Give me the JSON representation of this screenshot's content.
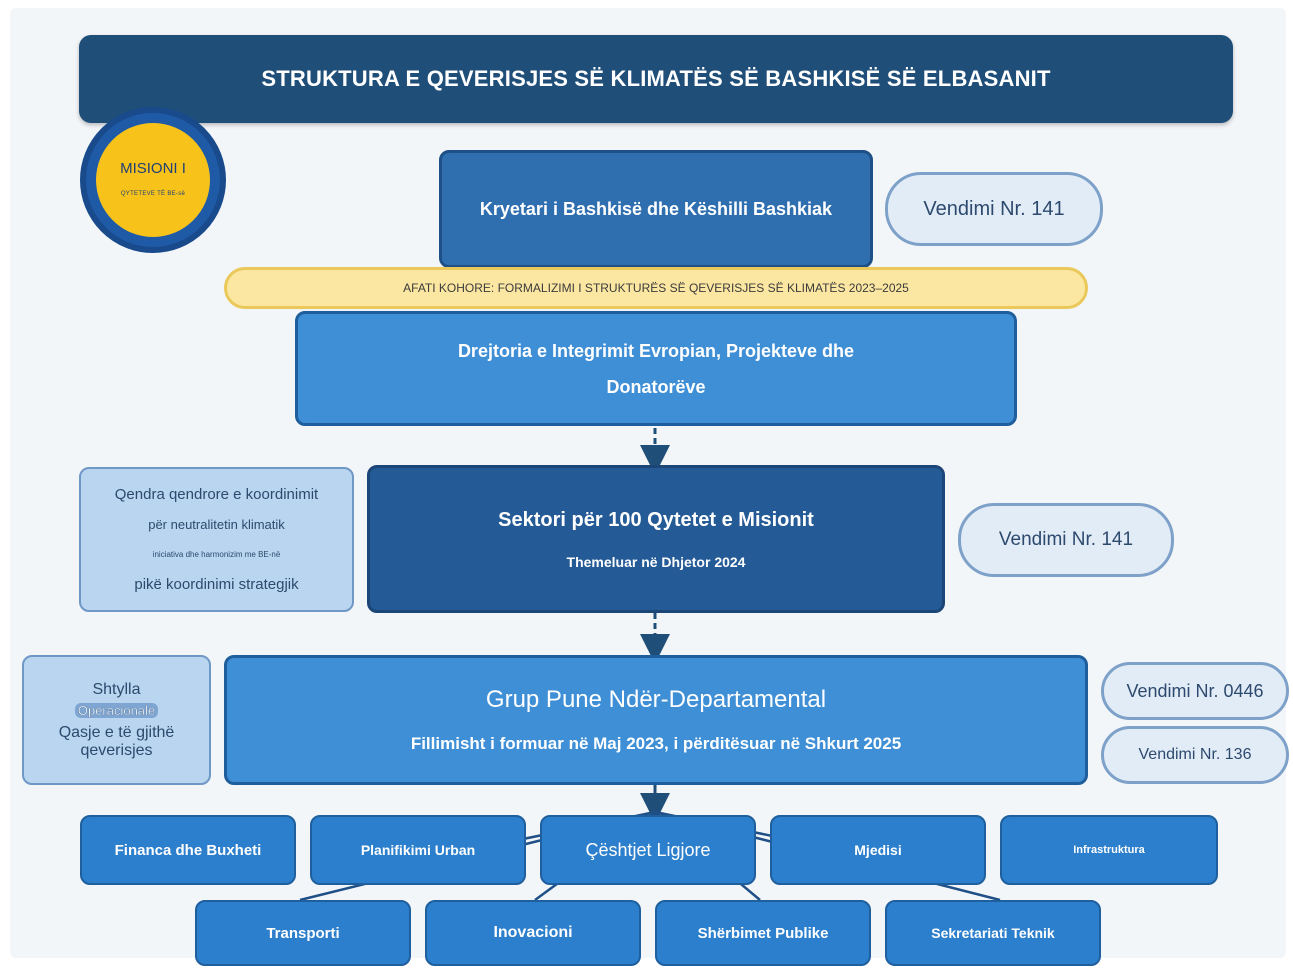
{
  "title": "STRUKTURA E QEVERISJES SË KLIMATËS SË BASHKISË SË ELBASANIT",
  "mission_badge": {
    "title": "MISIONI I",
    "subtitle": "QYTETEVE TË BE-së"
  },
  "mayor_council": "Kryetari i Bashkisë dhe Këshilli Bashkiak",
  "decision_top": "Vendimi Nr. 141",
  "timeline": "AFATI KOHORE: FORMALIZIMI I STRUKTURËS SË QEVERISJES SË KLIMATËS 2023–2025",
  "directorate": {
    "line1": "Drejtoria e Integrimit Evropian, Projekteve dhe",
    "line2": "Donatorëve"
  },
  "sector": {
    "title": "Sektori për 100 Qytetet e Misionit",
    "subtitle": "Themeluar në Dhjetor 2024"
  },
  "sector_decision": "Vendimi Nr. 141",
  "coordination_hub": {
    "line1": "Qendra qendrore e koordinimit",
    "line2": "për neutralitetin klimatik",
    "line3": "iniciativa dhe harmonizim me BE-në",
    "line4": "pikë koordinimi strategjik"
  },
  "working_group": {
    "title": "Grup Pune Ndër-Departamental",
    "subtitle": "Fillimisht i formuar në Maj 2023, i përditësuar në Shkurt 2025"
  },
  "pillar": {
    "line1": "Shtylla",
    "badge": "Operacionale",
    "line2": "Qasje e të gjithë",
    "line3": "qeverisjes"
  },
  "wg_decisions": [
    "Vendimi Nr. 0446",
    "Vendimi Nr. 136"
  ],
  "departments_row1": [
    "Financa dhe Buxheti",
    "Planifikimi Urban",
    "Çështjet Ligjore",
    "Mjedisi",
    "Infrastruktura"
  ],
  "departments_row2": [
    "Transporti",
    "Inovacioni",
    "Shërbimet Publike",
    "Sekretariati Teknik"
  ],
  "colors": {
    "title_bg": "#1f4e79",
    "accent_yellow": "#f7c21a",
    "box_blue": "#2c7fcc",
    "timeline_bg": "#fbe7a2"
  }
}
